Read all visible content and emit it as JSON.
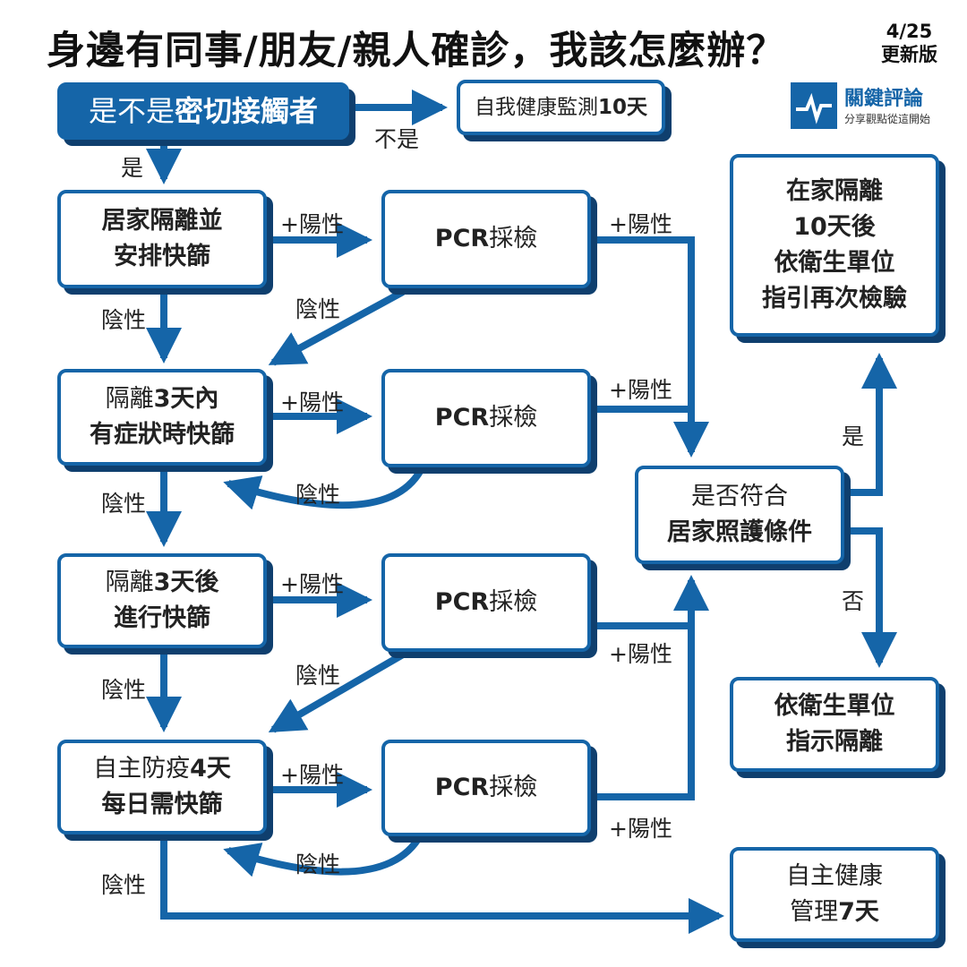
{
  "header": {
    "title": "身邊有同事/朋友/親人確診，我該怎麼辦？",
    "version_line1": "4/25",
    "version_line2": "更新版"
  },
  "logo": {
    "name": "關鍵評論",
    "tagline": "分享觀點從這開始",
    "brand_color": "#1565a8",
    "icon": "pulse-line-icon"
  },
  "nodes": {
    "close_contact": {
      "pre": "是不是",
      "bold": "密切接觸者"
    },
    "self_monitor": {
      "pre": "自我健康監測",
      "bold": "10天"
    },
    "home_quarantine": {
      "line1": "居家隔離並",
      "line2": "安排快篩"
    },
    "within3": {
      "line1_pre": "隔離",
      "line1_bold": "3天內",
      "line2": "有症狀時快篩"
    },
    "after3": {
      "line1_pre": "隔離",
      "line1_bold": "3天後",
      "line2": "進行快篩"
    },
    "self_prevention": {
      "line1_pre": "自主防疫",
      "line1_bold": "4天",
      "line2": "每日需快篩"
    },
    "pcr_bold": "PCR",
    "pcr_rest": "採檢",
    "home_care_check": {
      "line1": "是否符合",
      "line2": "居家照護條件"
    },
    "home_isolation": {
      "line1": "在家隔離",
      "line2": "10天後",
      "line3": "依衛生單位",
      "line4": "指引再次檢驗"
    },
    "follow_authority": {
      "line1": "依衛生單位",
      "line2": "指示隔離"
    },
    "self_health": {
      "line1": "自主健康",
      "line2_pre": "管理",
      "line2_bold": "7天"
    }
  },
  "labels": {
    "yes": "是",
    "no_q": "不是",
    "no": "否",
    "positive": "+陽性",
    "negative": "陰性"
  },
  "colors": {
    "primary": "#1565a8",
    "shadow": "#0f3f6e"
  }
}
